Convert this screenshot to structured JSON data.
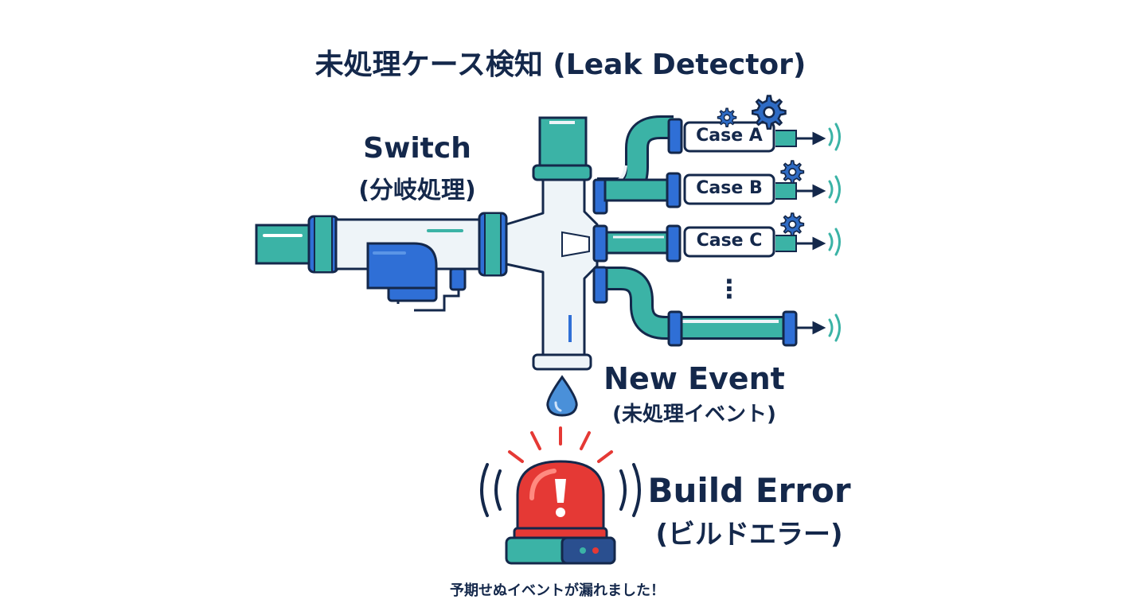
{
  "title": "未処理ケース検知 (Leak Detector)",
  "switch": {
    "label": "Switch",
    "sublabel": "(分岐処理)"
  },
  "cases": [
    {
      "label": "Case A"
    },
    {
      "label": "Case B"
    },
    {
      "label": "Case C"
    }
  ],
  "more_indicator": "⋮",
  "new_event": {
    "label": "New Event",
    "sublabel": "(未処理イベント)"
  },
  "build_error": {
    "label": "Build Error",
    "sublabel": "(ビルドエラー)"
  },
  "caption": "予期せぬイベントが漏れました！",
  "icons": [
    "gear-icon",
    "signal-wave-icon",
    "arrow-right-icon",
    "water-drop-icon",
    "alarm-siren-icon",
    "exclamation-icon",
    "valve-icon"
  ],
  "colors": {
    "outline": "#14284b",
    "pipe_teal": "#3bb3a6",
    "pipe_light": "#eef4f8",
    "valve_blue": "#2f6fd6",
    "gear_blue": "#2e6bc4",
    "alarm_red": "#e53935",
    "drop_blue": "#4a90d9"
  }
}
